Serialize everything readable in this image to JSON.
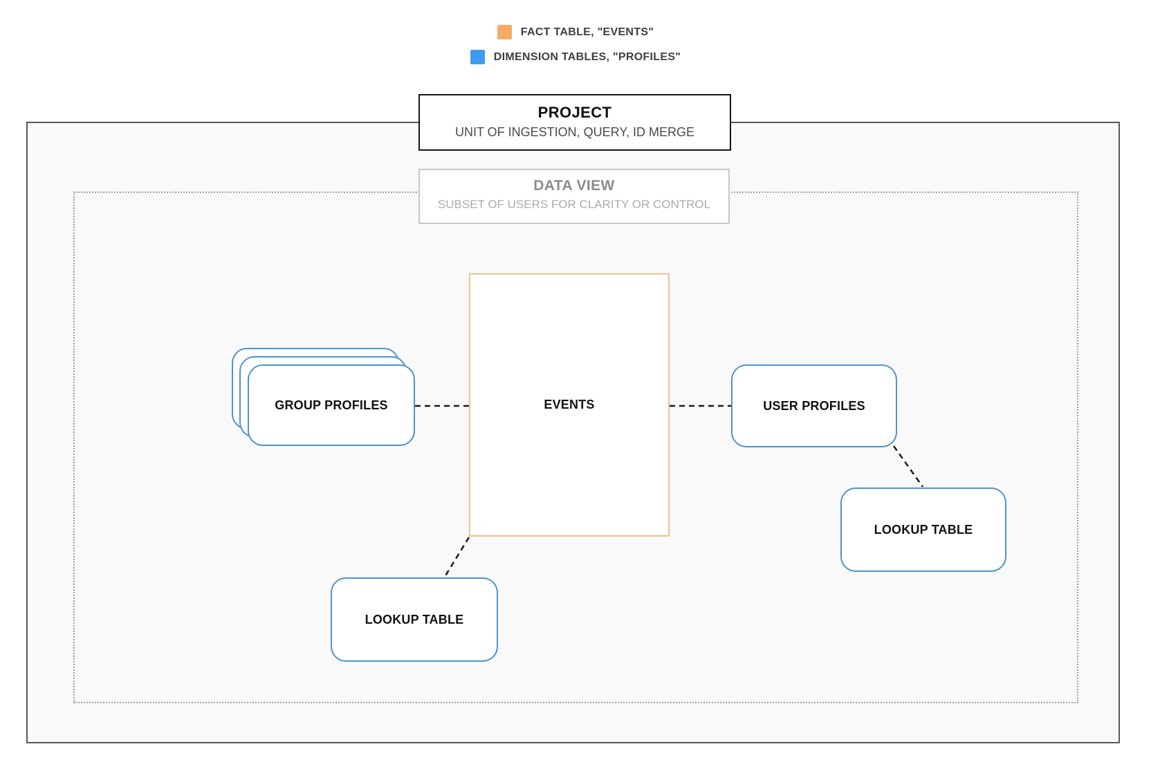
{
  "legend": {
    "fact": {
      "label": "FACT TABLE, \"EVENTS\"",
      "color": "#F5AB63"
    },
    "dimension": {
      "label": "DIMENSION TABLES, \"PROFILES\"",
      "color": "#3E9CEF"
    }
  },
  "project_box": {
    "title": "PROJECT",
    "subtitle": "UNIT OF INGESTION, QUERY, ID MERGE"
  },
  "data_view_box": {
    "title": "DATA VIEW",
    "subtitle": "SUBSET OF USERS FOR CLARITY OR CONTROL"
  },
  "nodes": {
    "events": {
      "label": "EVENTS",
      "border_color": "#EBC38C"
    },
    "group_profiles": {
      "label": "GROUP PROFILES",
      "border_color": "#4C92D0"
    },
    "user_profiles": {
      "label": "USER PROFILES",
      "border_color": "#4C92D0"
    },
    "lookup_table_bottom": {
      "label": "LOOKUP TABLE",
      "border_color": "#4C92D0"
    },
    "lookup_table_right": {
      "label": "LOOKUP TABLE",
      "border_color": "#4C92D0"
    }
  },
  "colors": {
    "outer_border": "#58585A",
    "inner_background": "#F9F9F9",
    "dotted_border": "#9E9E9E",
    "connector": "#1A1A1A",
    "project_border": "#141414",
    "dataview_border": "#C6C6C6"
  }
}
